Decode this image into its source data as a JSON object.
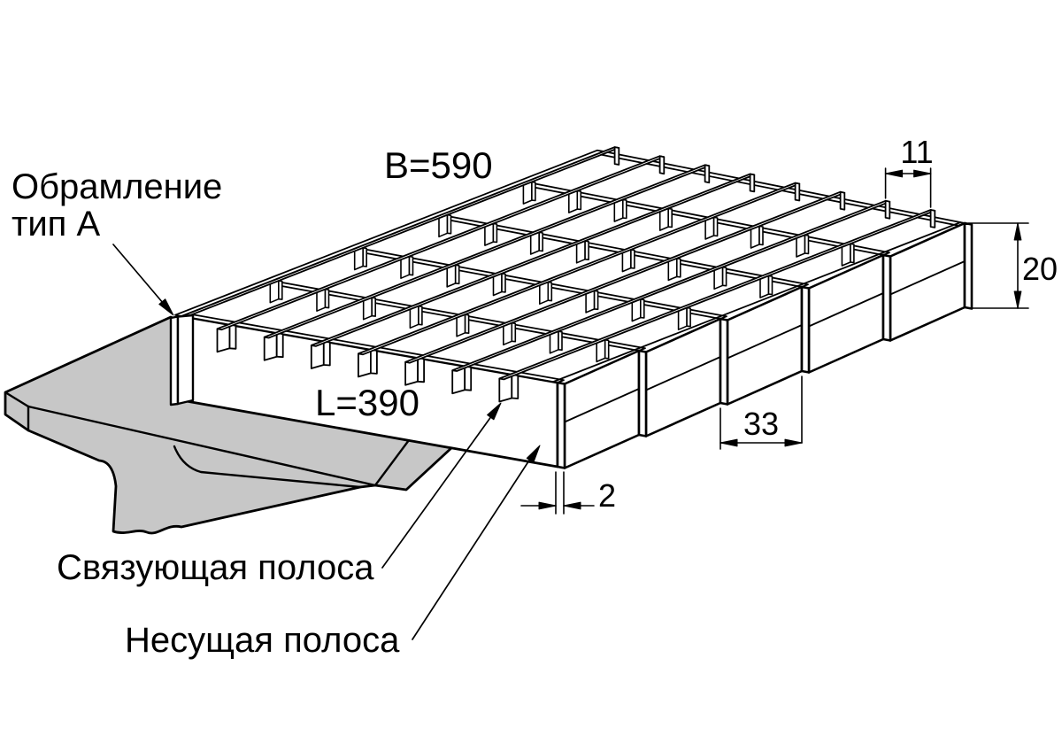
{
  "labels": {
    "framing_line1": "Обрамление",
    "framing_line2": "тип А",
    "binding_strip": "Связующая полоса",
    "bearing_strip": "Несущая полоса",
    "panel_width": "B=590",
    "panel_length": "L=390",
    "dim_strip_pitch": "11",
    "dim_bar_height": "20",
    "dim_bar_pitch": "33",
    "dim_bar_thickness": "2"
  },
  "grating": {
    "bearing_bar_count": 6,
    "binding_strip_count": 9,
    "bar_height_mm": 20,
    "bar_thickness_mm": 2,
    "bar_pitch_mm": 33,
    "strip_pitch_mm": 11,
    "panel_width_mm": 590,
    "panel_length_mm": 390
  },
  "colors": {
    "beam_fill": "#c7c7c7",
    "line": "#000000",
    "background": "#ffffff"
  }
}
